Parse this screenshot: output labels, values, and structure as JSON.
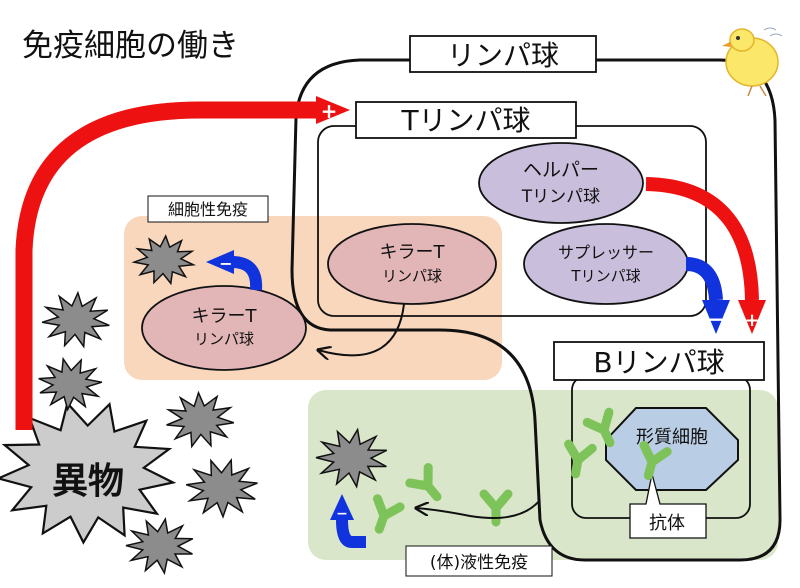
{
  "title": "免疫細胞の働き",
  "labels": {
    "lymphocyte": "リンパ球",
    "t_lymphocyte": "Tリンパ球",
    "b_lymphocyte": "Bリンパ球",
    "cellular_immunity": "細胞性免疫",
    "humoral_immunity": "(体)液性免疫",
    "helper_line1": "ヘルパー",
    "helper_line2": "Tリンパ球",
    "suppressor_line1": "サプレッサー",
    "suppressor_line2": "Tリンパ球",
    "killer_line1": "キラーT",
    "killer_line2": "リンパ球",
    "plasma_cell": "形質細胞",
    "antibody": "抗体",
    "foreign_body": "異物",
    "plus": "+",
    "minus": "−"
  },
  "colors": {
    "activate": "#ee1111",
    "suppress": "#1133dd",
    "cell_fill": "#c9bedb",
    "killer_fill": "#e2b5b7",
    "cellular_bg": "#f9d7bd",
    "humoral_bg": "#d9e6c9",
    "plasma_fill": "#b9cde4",
    "antibody": "#7dc35a",
    "antigen": "#8c8c8c"
  },
  "icons": [
    "chick-icon",
    "antigen-burst-icon",
    "antibody-y-icon"
  ]
}
